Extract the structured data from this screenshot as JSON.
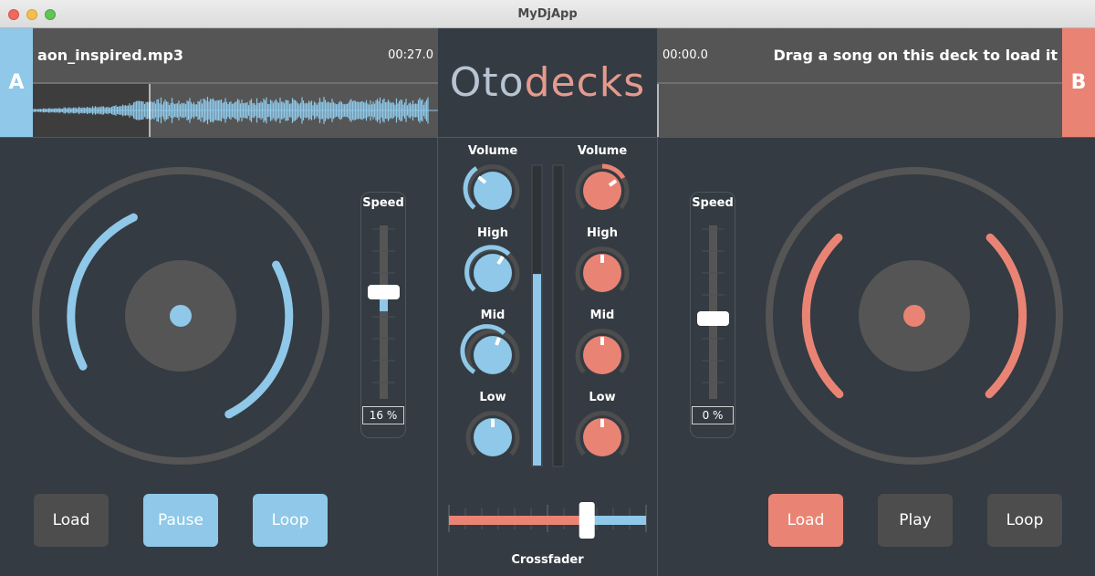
{
  "window": {
    "title": "MyDjApp"
  },
  "logo": {
    "part1": "Oto",
    "part2": "decks"
  },
  "colors": {
    "deckA": "#8fc8e8",
    "deckB": "#e98475",
    "button": "#4d4d4d",
    "background": "#343b42"
  },
  "deckA": {
    "tag": "A",
    "track_name": "aon_inspired.mp3",
    "time": "00:27.0",
    "speed_label": "Speed",
    "speed_value": "16 %",
    "buttons": {
      "load": "Load",
      "play": "Pause",
      "loop": "Loop"
    }
  },
  "deckB": {
    "tag": "B",
    "track_name": "Drag a song on this deck to load it",
    "time": "00:00.0",
    "speed_label": "Speed",
    "speed_value": "0 %",
    "buttons": {
      "load": "Load",
      "play": "Play",
      "loop": "Loop"
    }
  },
  "mixer": {
    "labels": {
      "volume": "Volume",
      "high": "High",
      "mid": "Mid",
      "low": "Low"
    },
    "crossfader_label": "Crossfader",
    "crossfader_position": 0.7,
    "level_meter_a": 0.64,
    "level_meter_b": 0.0
  }
}
